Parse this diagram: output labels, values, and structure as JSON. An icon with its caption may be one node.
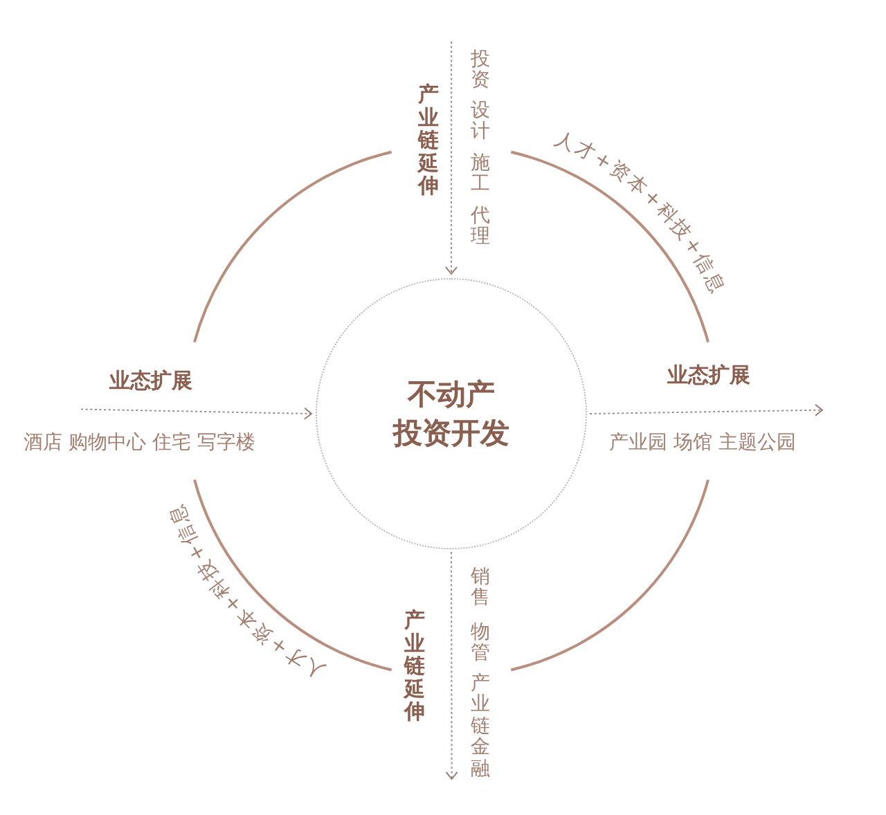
{
  "diagram": {
    "nodes": [
      {
        "text": [
          "不动产",
          "投资开发"
        ]
      },
      {
        "text": [
          "产业链延伸",
          "投资",
          "设计",
          "施工",
          "代理"
        ]
      },
      {
        "text": [
          "业态扩展",
          "酒店 购物中心 住宅 写字楼"
        ]
      },
      {
        "text": [
          "业态扩展",
          "产业园 场馆 主题公园"
        ]
      },
      {
        "text": [
          "产业链延伸",
          "销售",
          "物管",
          "产业链金融"
        ]
      }
    ],
    "edges": [
      {
        "from": 1,
        "to": 0,
        "arrow": "to",
        "style": "dashed"
      },
      {
        "from": 2,
        "to": 0,
        "arrow": "to",
        "style": "dashed"
      },
      {
        "from": 0,
        "to": 3,
        "arrow": "to",
        "style": "dashed"
      },
      {
        "from": 0,
        "to": 4,
        "arrow": "to",
        "style": "dashed"
      }
    ],
    "labels": [
      "人才+资本+科技+信息",
      "人才+资本+科技+信息"
    ]
  }
}
